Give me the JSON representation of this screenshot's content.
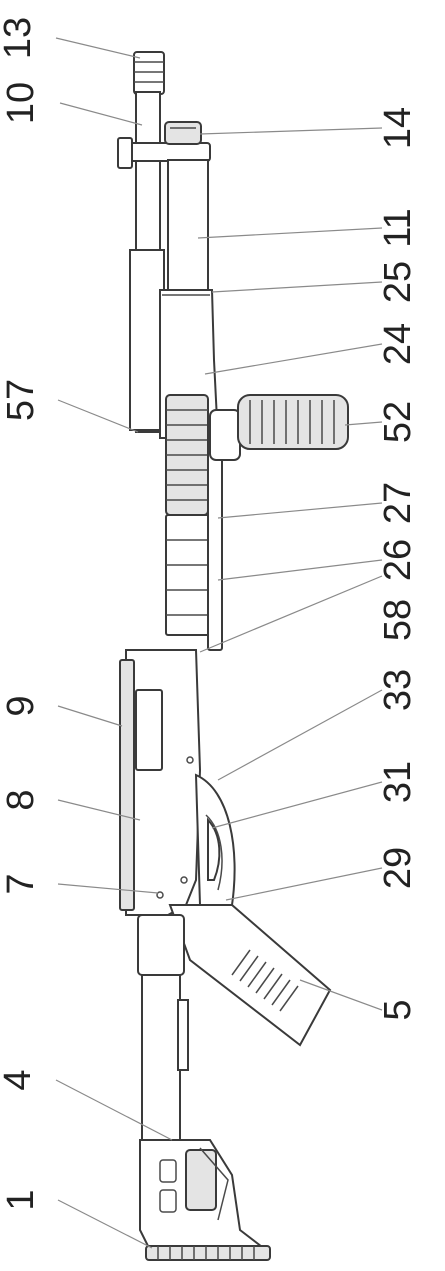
{
  "callouts": [
    {
      "id": "13",
      "text": "13"
    },
    {
      "id": "10",
      "text": "10"
    },
    {
      "id": "14",
      "text": "14"
    },
    {
      "id": "11",
      "text": "11"
    },
    {
      "id": "25",
      "text": "25"
    },
    {
      "id": "24",
      "text": "24"
    },
    {
      "id": "52",
      "text": "52"
    },
    {
      "id": "27",
      "text": "27"
    },
    {
      "id": "26",
      "text": "26"
    },
    {
      "id": "57",
      "text": "57"
    },
    {
      "id": "58",
      "text": "58"
    },
    {
      "id": "9",
      "text": "9"
    },
    {
      "id": "33",
      "text": "33"
    },
    {
      "id": "31",
      "text": "31"
    },
    {
      "id": "8",
      "text": "8"
    },
    {
      "id": "29",
      "text": "29"
    },
    {
      "id": "7",
      "text": "7"
    },
    {
      "id": "5",
      "text": "5"
    },
    {
      "id": "4",
      "text": "4"
    },
    {
      "id": "1",
      "text": "1"
    }
  ],
  "colors": {
    "line": "#3a3a3a",
    "leader": "#8a8a8a",
    "text": "#222222"
  }
}
